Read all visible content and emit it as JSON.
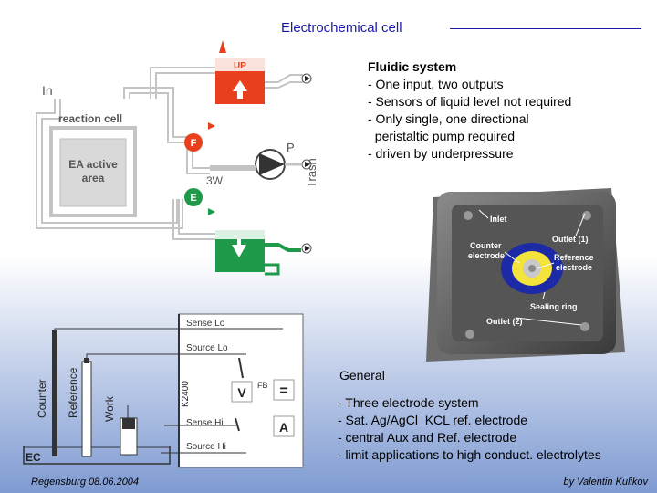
{
  "header": {
    "title": "Electrochemical cell"
  },
  "fluidic_diagram": {
    "labels": {
      "inlet": "In",
      "reaction_cell": "reaction cell",
      "active_area_line1": "EA active",
      "active_area_line2": "area",
      "up_tank": "UP",
      "valve_f": "F",
      "valve_e": "E",
      "pump": "P",
      "three_way": "3W",
      "trash": "Trash"
    },
    "colors": {
      "up_tank": "#e8401c",
      "waste_tank": "#1f9a4a",
      "piping": "#c8c8c8",
      "pump": "#444444"
    }
  },
  "fluidic_notes": {
    "heading": "Fluidic system",
    "items": [
      "- One input, two outputs",
      "- Sensors of liquid level not required",
      "- Only single, one directional",
      "  peristaltic pump required",
      "- driven by underpressure"
    ]
  },
  "cell_photo": {
    "labels": {
      "inlet": "Inlet",
      "outlet1": "Outlet (1)",
      "counter_line1": "Counter",
      "counter_line2": "electrode",
      "reference_line1": "Reference",
      "reference_line2": "electrode",
      "sealing_ring": "Sealing ring",
      "outlet2": "Outlet (2)"
    }
  },
  "circuit": {
    "labels": {
      "counter": "Counter",
      "reference": "Reference",
      "work": "Work",
      "ec": "EC",
      "instrument": "K2400",
      "sense_lo": "Sense Lo",
      "source_lo": "Source Lo",
      "sense_hi": "Sense Hi",
      "source_hi": "Source Hi",
      "fb": "FB",
      "volt": "V",
      "amp": "A",
      "equals": "="
    }
  },
  "general_notes": {
    "heading": "General",
    "items": [
      "- Three electrode system",
      "- Sat. Ag/AgCl  KCL ref. electrode",
      "- central Aux and Ref. electrode",
      "- limit applications to high conduct. electrolytes"
    ]
  },
  "footer": {
    "left": "Regensburg 08.06.2004",
    "right": "by Valentin Kulikov"
  }
}
